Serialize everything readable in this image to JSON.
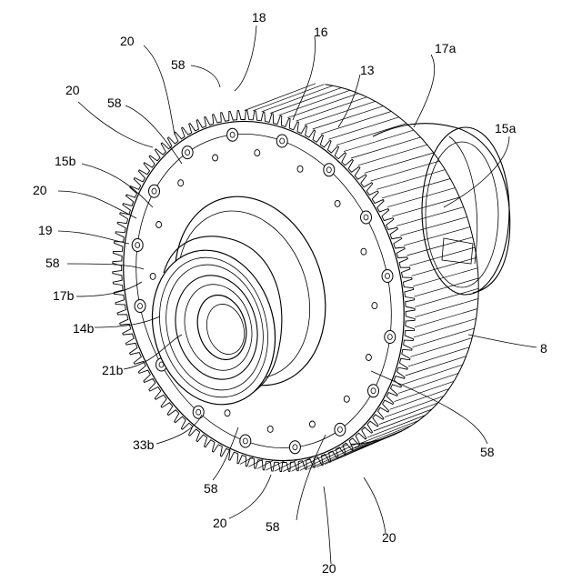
{
  "figure": {
    "labels": [
      {
        "id": "l18",
        "text": "18"
      },
      {
        "id": "l20a",
        "text": "20"
      },
      {
        "id": "l16",
        "text": "16"
      },
      {
        "id": "l58a",
        "text": "58"
      },
      {
        "id": "l17a",
        "text": "17a"
      },
      {
        "id": "l13",
        "text": "13"
      },
      {
        "id": "l20b",
        "text": "20"
      },
      {
        "id": "l58b",
        "text": "58"
      },
      {
        "id": "l15a",
        "text": "15a"
      },
      {
        "id": "l15b",
        "text": "15b"
      },
      {
        "id": "l20c",
        "text": "20"
      },
      {
        "id": "l19",
        "text": "19"
      },
      {
        "id": "l58c",
        "text": "58"
      },
      {
        "id": "l17b",
        "text": "17b"
      },
      {
        "id": "l14b",
        "text": "14b"
      },
      {
        "id": "l8",
        "text": "8"
      },
      {
        "id": "l21b",
        "text": "21b"
      },
      {
        "id": "l58d",
        "text": "58"
      },
      {
        "id": "l33b",
        "text": "33b"
      },
      {
        "id": "l58e",
        "text": "58"
      },
      {
        "id": "l20d",
        "text": "20"
      },
      {
        "id": "l58f",
        "text": "58"
      },
      {
        "id": "l20e",
        "text": "20"
      },
      {
        "id": "l20f",
        "text": "20"
      }
    ]
  }
}
